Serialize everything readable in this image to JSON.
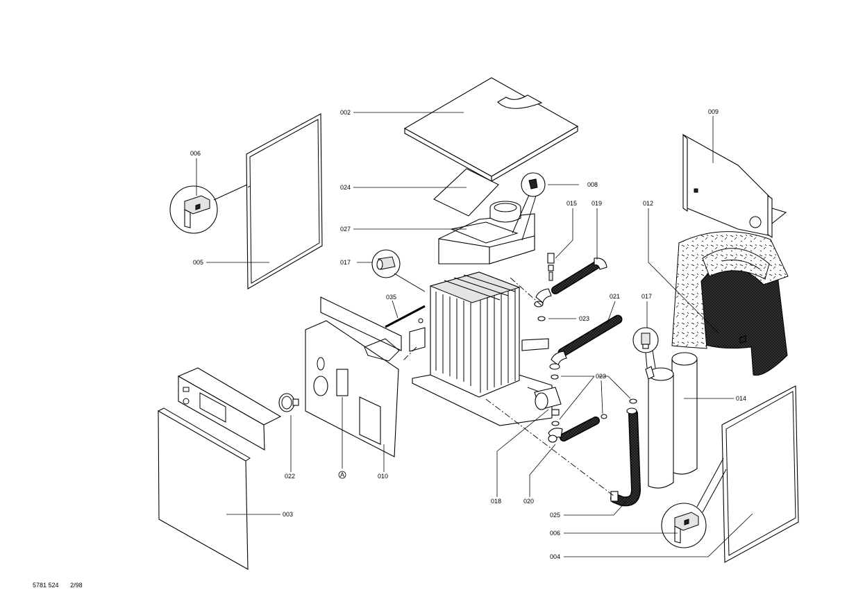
{
  "labels": {
    "p002": "002",
    "p003": "003",
    "p004": "004",
    "p005": "005",
    "p006a": "006",
    "p006b": "006",
    "p008": "008",
    "p009": "009",
    "p010": "010",
    "p012": "012",
    "p014": "014",
    "p015": "015",
    "p017a": "017",
    "p017b": "017",
    "p018": "018",
    "p019": "019",
    "p020": "020",
    "p021": "021",
    "p022": "022",
    "p023a": "023",
    "p023b": "023",
    "p024": "024",
    "p025": "025",
    "p027": "027",
    "p035": "035",
    "detail_a": "A"
  },
  "footer": {
    "doc_number": "5781 524",
    "date_code": "2/98"
  }
}
